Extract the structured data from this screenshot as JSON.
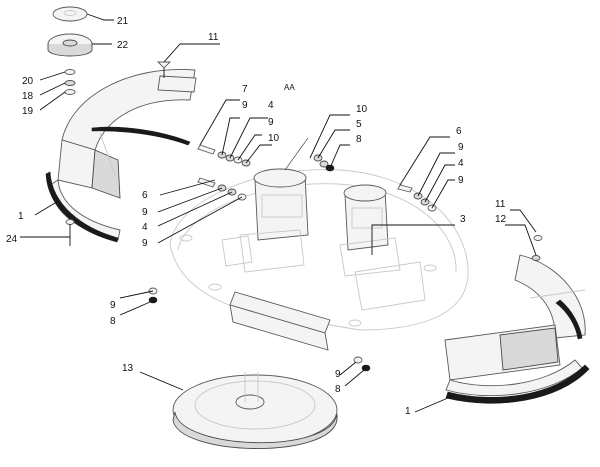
{
  "callouts": {
    "c21": "21",
    "c22": "22",
    "c11_top": "11",
    "c20": "20",
    "c18": "18",
    "c19": "19",
    "c7": "7",
    "c9_a": "9",
    "c4_a": "4",
    "c9_b": "9",
    "c10_a": "10",
    "c6_a": "6",
    "c9_c": "9",
    "c4_b": "4",
    "c9_d": "9",
    "c1_left": "1",
    "c24": "24",
    "c10_b": "10",
    "c5": "5",
    "c8_a": "8",
    "c6_b": "6",
    "c9_e": "9",
    "c4_c": "4",
    "c9_f": "9",
    "c3": "3",
    "c11_right": "11",
    "c12": "12",
    "c9_g": "9",
    "c8_b": "8",
    "c13": "13",
    "c9_h": "9",
    "c8_c": "8",
    "c1_right": "1"
  },
  "corner_mark": "AA"
}
